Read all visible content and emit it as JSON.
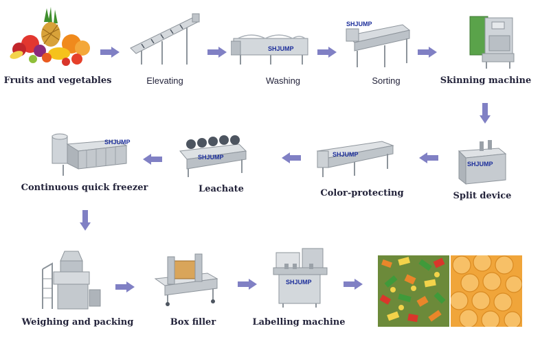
{
  "brand": "SHJUMP",
  "colors": {
    "arrow": "#8080c4",
    "steel": "#c9ced3",
    "steel_dark": "#8d949b",
    "text": "#23233a"
  },
  "steps": {
    "fruits": "Fruits and vegetables",
    "elevating": "Elevating",
    "washing": "Washing",
    "sorting": "Sorting",
    "skinning": "Skinning machine",
    "split": "Split device",
    "color": "Color-protecting",
    "leachate": "Leachate",
    "freezer": "Continuous quick freezer",
    "weighing": "Weighing and packing",
    "box": "Box filler",
    "labelling": "Labelling machine"
  }
}
